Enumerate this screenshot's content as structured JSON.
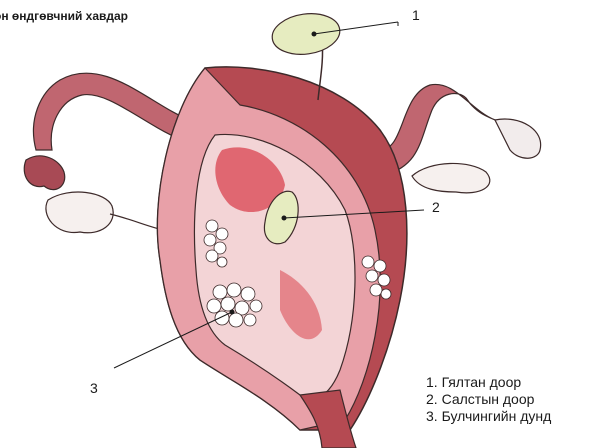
{
  "title": "он өндгөвчний хавдар",
  "callouts": [
    {
      "number": "1"
    },
    {
      "number": "2"
    },
    {
      "number": "3"
    }
  ],
  "legend": [
    "1. Гялтан доор",
    "2. Салстын доор",
    "3. Булчингийн дунд"
  ],
  "colors": {
    "uterus_wall": "#b54a52",
    "uterus_inner": "#e8a0a8",
    "cavity": "#f3d4d6",
    "red_patch": "#d9434f",
    "tumor_fill": "#e6ecc0",
    "outline": "#3d2a2a",
    "ovary": "#f6f0ee"
  }
}
